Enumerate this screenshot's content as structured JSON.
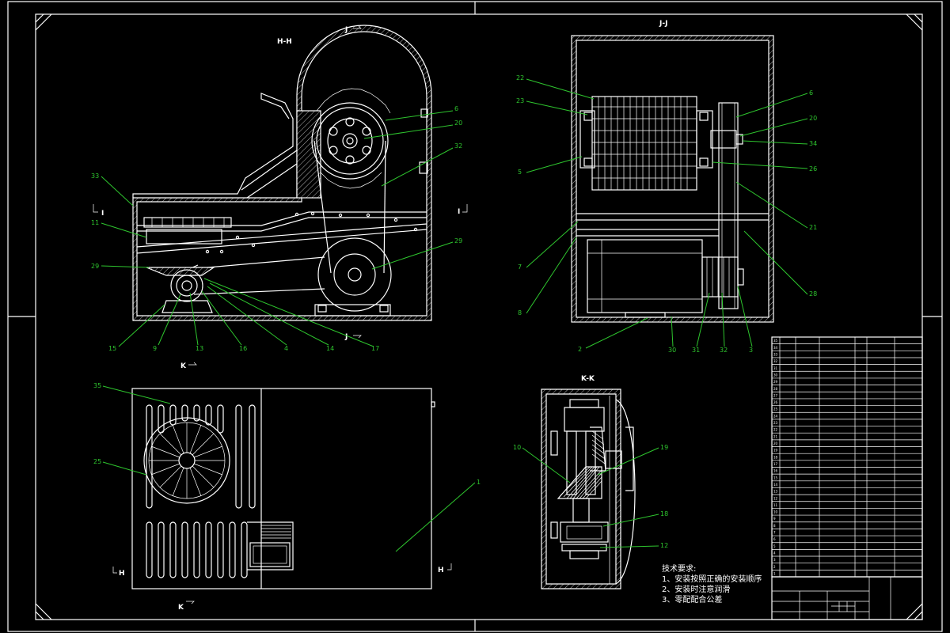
{
  "section_labels": {
    "hh": "H-H",
    "jj": "J-J",
    "kk": "K-K",
    "j_top": "J",
    "j_bottom": "J",
    "i_left": "I",
    "i_right": "I",
    "k_top": "K",
    "k_bottom": "K",
    "h_left": "H",
    "h_right": "H"
  },
  "callouts": {
    "hh_view": [
      "6",
      "20",
      "32",
      "33",
      "29",
      "11",
      "29",
      "15",
      "9",
      "13",
      "16",
      "4",
      "14",
      "17"
    ],
    "jj_view": [
      "22",
      "23",
      "5",
      "6",
      "20",
      "34",
      "26",
      "21",
      "7",
      "8",
      "28",
      "2",
      "30",
      "31",
      "32",
      "3"
    ],
    "plan_view": [
      "35",
      "25",
      "1"
    ],
    "kk_view": [
      "10",
      "19",
      "18",
      "12"
    ]
  },
  "notes": {
    "title": "技术要求:",
    "items": [
      "1、安装按照正确的安装顺序",
      "2、安装时注意润滑",
      "3、零配配合公差"
    ]
  },
  "parts_table": {
    "row_numbers": [
      "35",
      "34",
      "33",
      "32",
      "31",
      "30",
      "29",
      "28",
      "27",
      "26",
      "25",
      "24",
      "23",
      "22",
      "21",
      "20",
      "19",
      "18",
      "17",
      "16",
      "15",
      "14",
      "13",
      "12",
      "11",
      "10",
      "9",
      "8",
      "7",
      "6",
      "5",
      "4",
      "3",
      "2",
      "1"
    ]
  }
}
